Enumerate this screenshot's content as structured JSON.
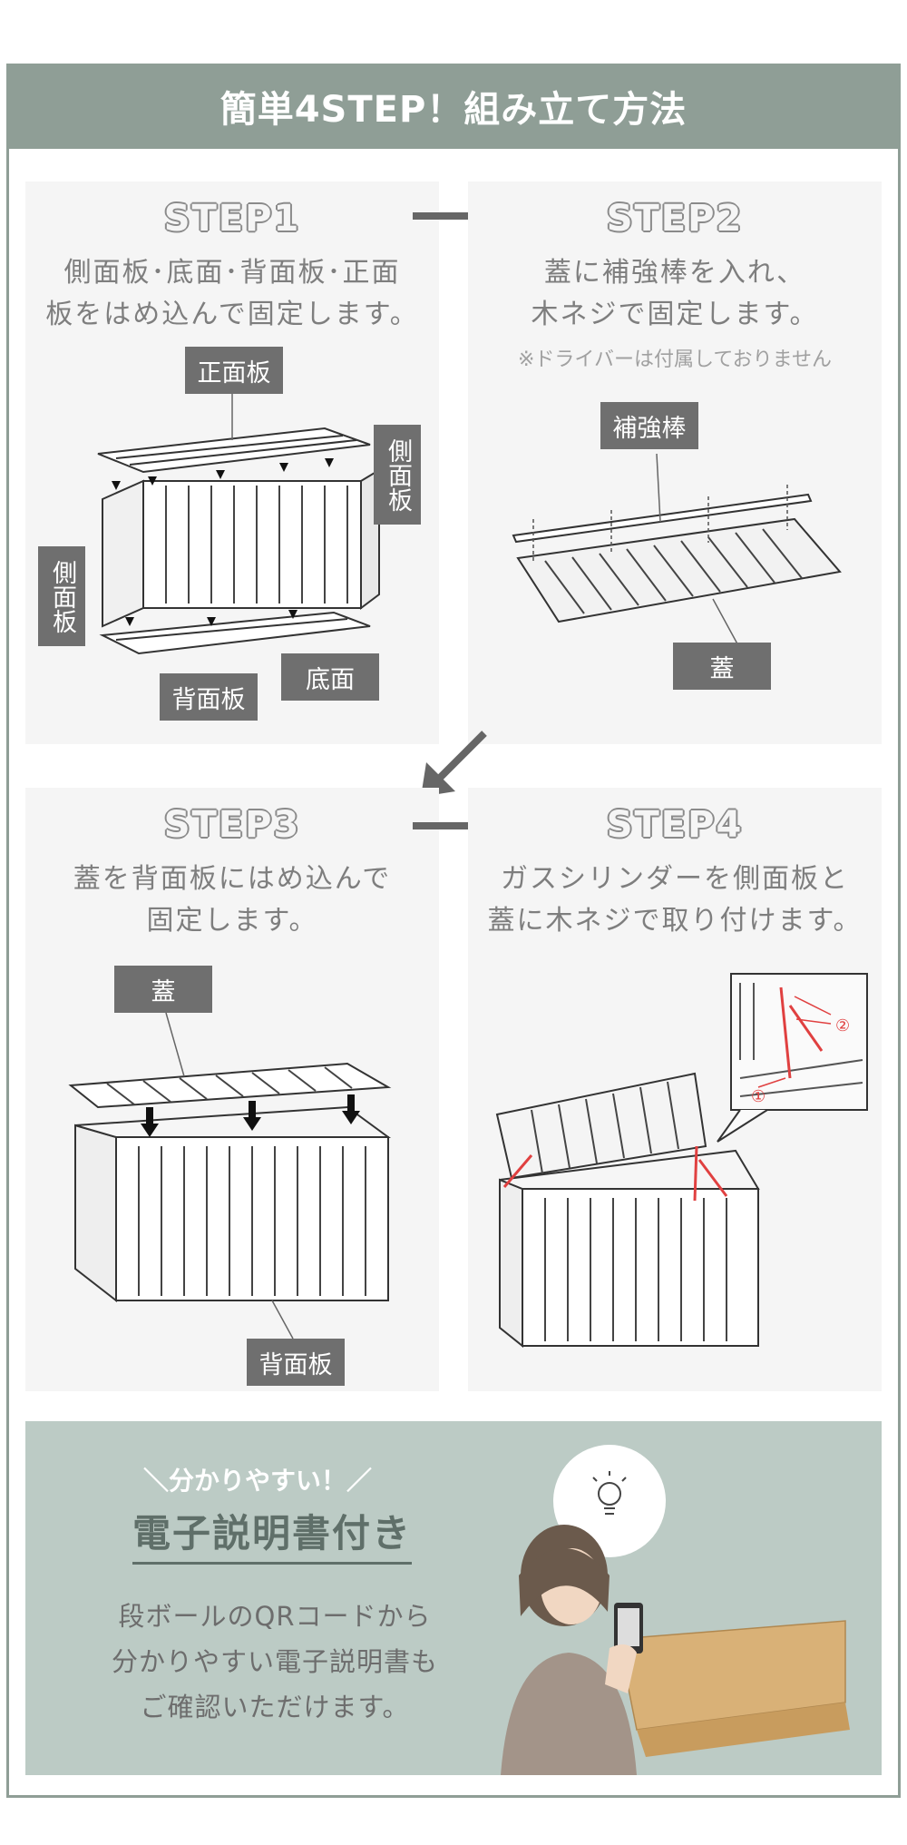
{
  "header": {
    "title": "簡単4STEP！組み立て方法"
  },
  "steps": [
    {
      "title": "STEP1",
      "lines": [
        "側面板･底面･背面板･正面",
        "板をはめ込んで固定します。"
      ],
      "labels": {
        "front": "正面板",
        "side_right": "側面板",
        "side_left": "側面板",
        "back": "背面板",
        "bottom": "底面"
      }
    },
    {
      "title": "STEP2",
      "lines": [
        "蓋に補強棒を入れ、",
        "木ネジで固定します。"
      ],
      "note": "※ドライバーは付属しておりません",
      "labels": {
        "bar": "補強棒",
        "lid": "蓋"
      }
    },
    {
      "title": "STEP3",
      "lines": [
        "蓋を背面板にはめ込んで",
        "固定します。"
      ],
      "labels": {
        "lid": "蓋",
        "back": "背面板"
      }
    },
    {
      "title": "STEP4",
      "lines": [
        "ガスシリンダーを側面板と",
        "蓋に木ネジで取り付けます。"
      ],
      "markers": {
        "one": "①",
        "two": "②"
      }
    }
  ],
  "bottom": {
    "catch": "＼分かりやすい！／",
    "title": "電子説明書付き",
    "lines": [
      "段ボールのQRコードから",
      "分かりやすい電子説明書も",
      "ご確認いただけます。"
    ]
  },
  "colors": {
    "header": "#8f9e96",
    "panel": "#f5f5f5",
    "tag": "#6f6f6f",
    "bottom_bg": "#bccbc5",
    "accent_red": "#e04040"
  }
}
